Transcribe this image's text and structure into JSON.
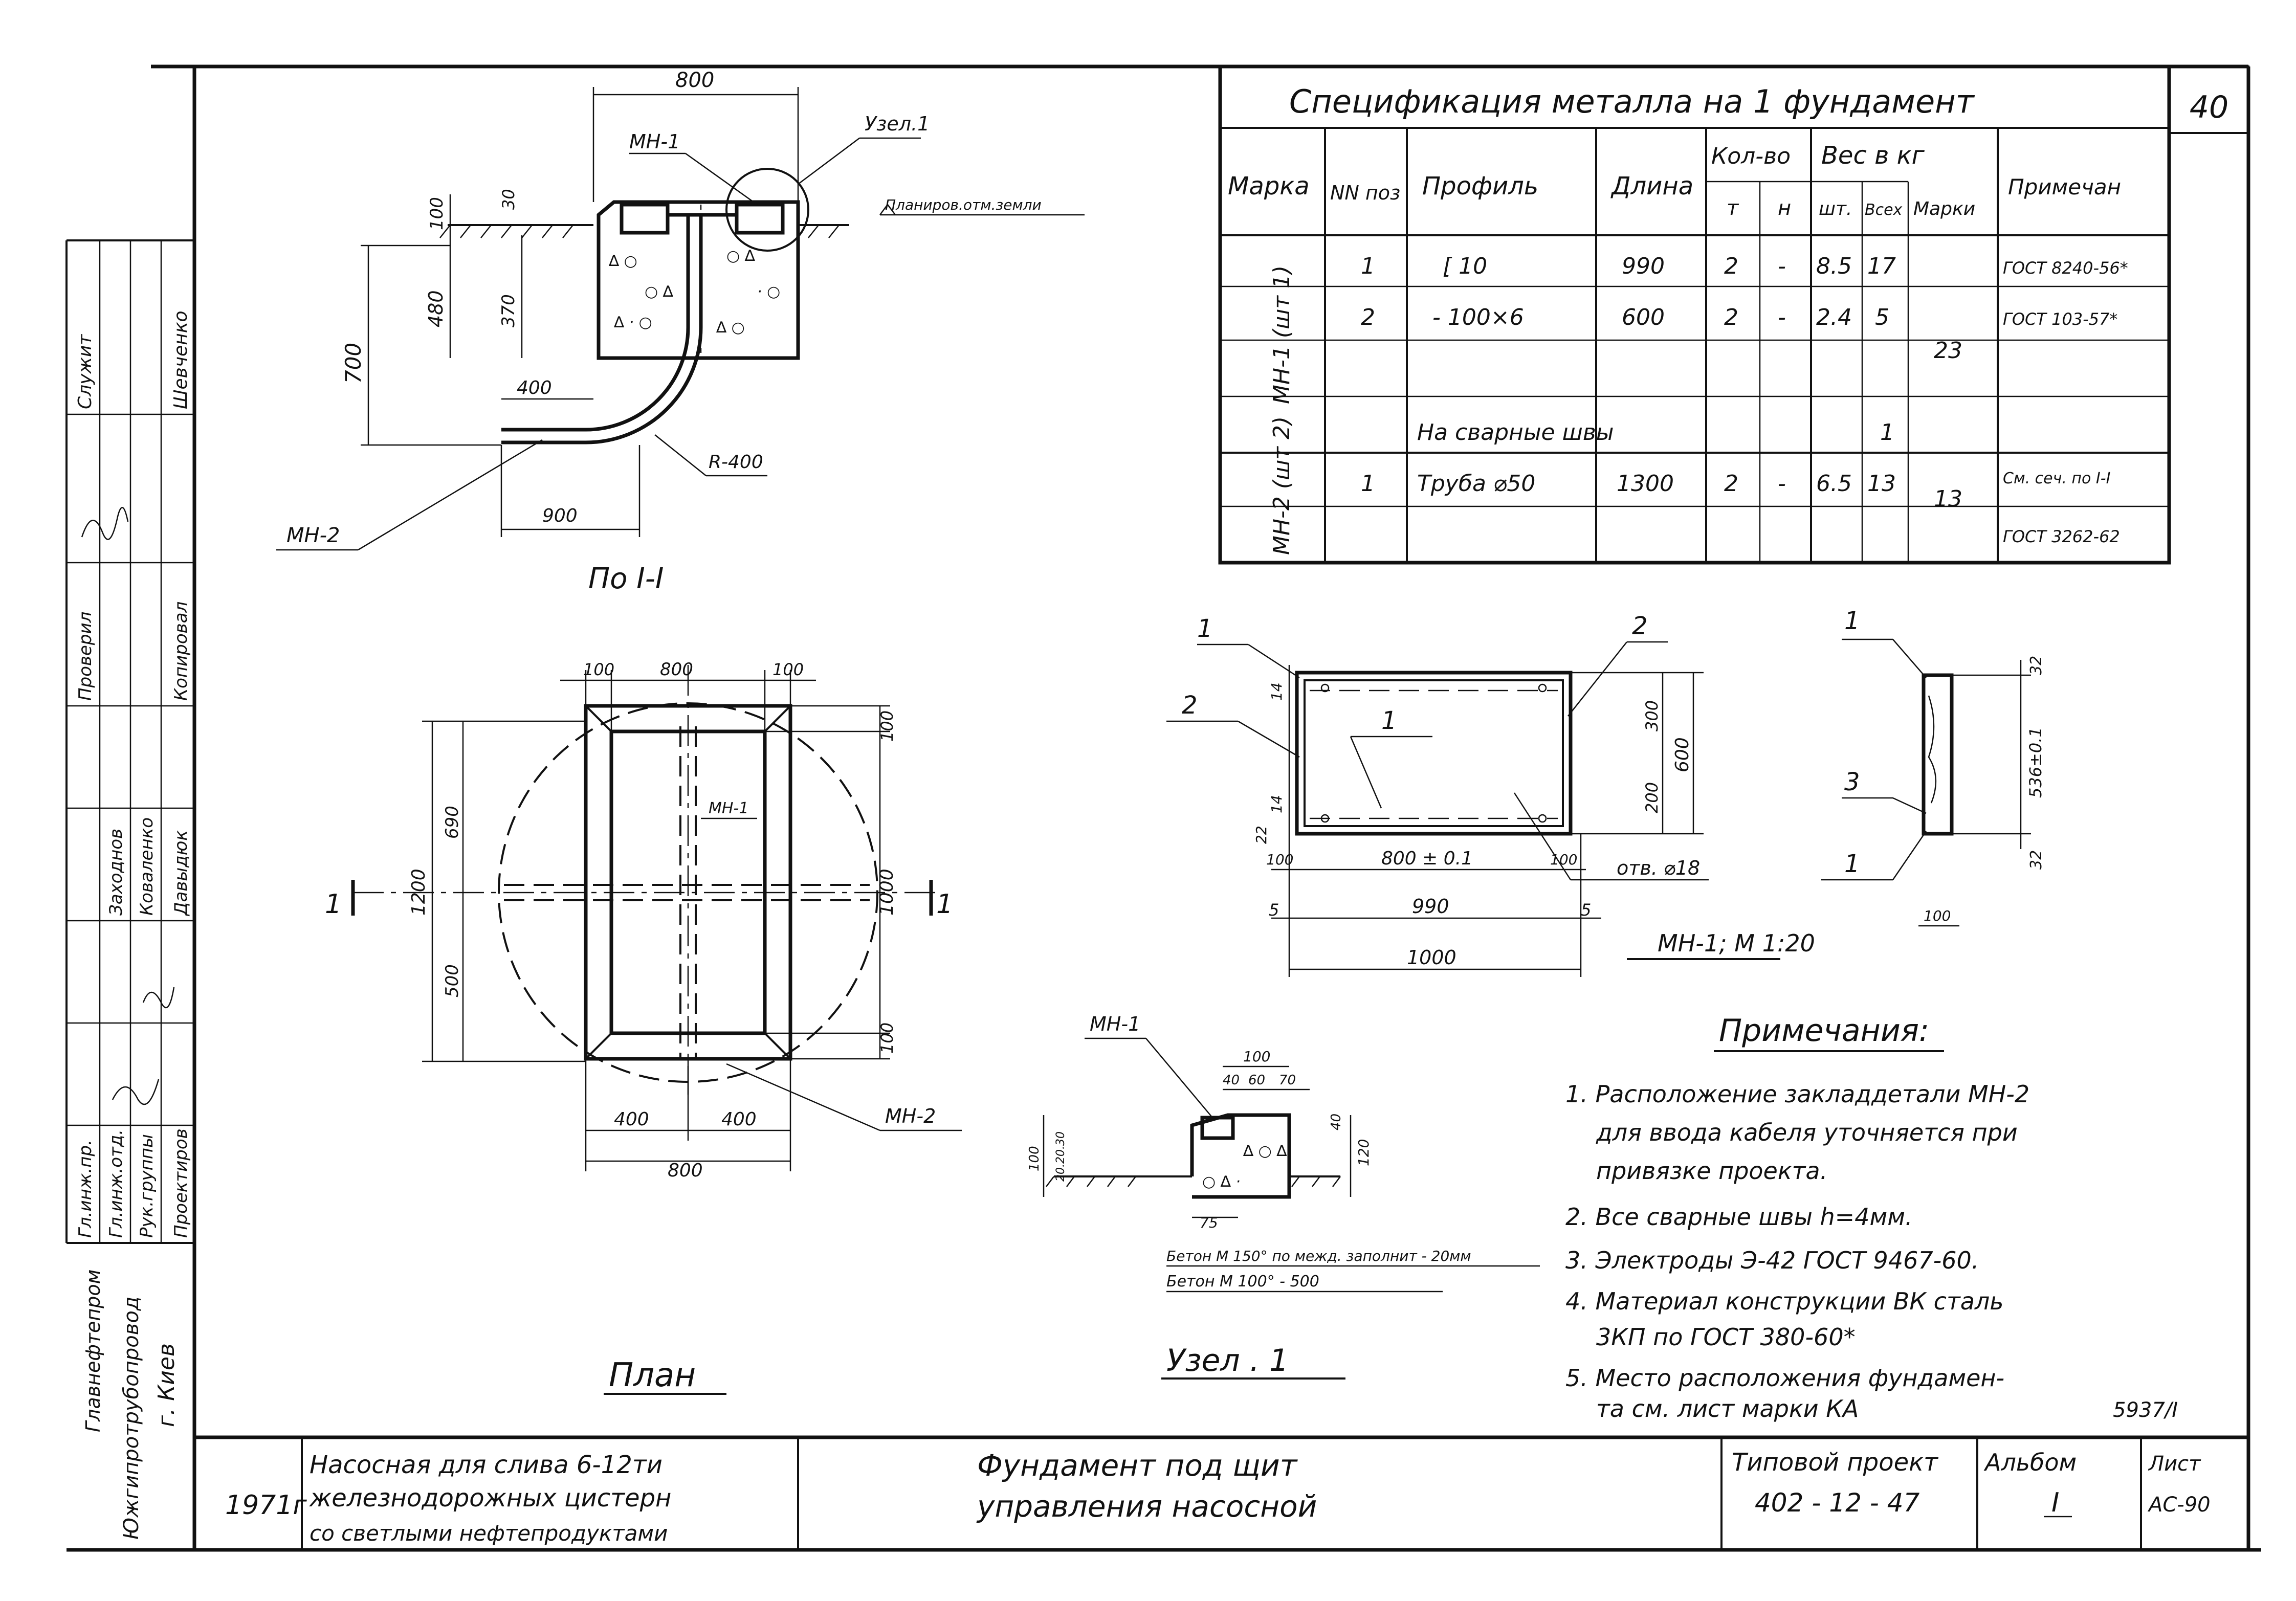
{
  "sheet_number": "40",
  "side_stamp": {
    "roles": [
      "Гл.инж.пр.",
      "Гл.инж.отд.",
      "Рук.группы",
      "Проектиров"
    ],
    "people": [
      "Заходнов",
      "Коваленко",
      "Давыдюк",
      "Шевченко"
    ],
    "categories": [
      "Служит",
      "Проверил",
      "Копировал"
    ],
    "org_top": "Главнефтепром",
    "org": "Южгипротрубопровод",
    "city": "г. Киев"
  },
  "section_view": {
    "title": "По I-I",
    "dims": {
      "w_top": "800",
      "h_total": "700",
      "h_inner": "480",
      "h_370": "370",
      "d_100": "100",
      "d_30": "30",
      "len_400": "400",
      "len_900": "900",
      "radius": "R-400"
    },
    "labels": {
      "mn1": "МН-1",
      "mn2": "МН-2",
      "node": "Узел.1",
      "ground": "Планиров.отм.земли"
    }
  },
  "plan_view": {
    "title": "План",
    "dims": {
      "top_100a": "100",
      "top_800": "800",
      "top_100b": "100",
      "left_1200": "1200",
      "left_690": "690",
      "left_500": "500",
      "right_100a": "100",
      "right_1000": "1000",
      "right_100b": "100",
      "bot_400a": "400",
      "bot_400b": "400",
      "bot_800": "800"
    },
    "labels": {
      "mn1": "МН-1",
      "mn2": "МН-2",
      "cut": "1"
    }
  },
  "spec_table": {
    "title": "Спецификация металла на 1 фундамент",
    "headers": {
      "mark": "Марка",
      "nn": "NN поз",
      "profile": "Профиль",
      "length": "Длина",
      "qty": "Кол-во",
      "qty_t": "т",
      "qty_n": "н",
      "weight": "Вес в кг",
      "w_sht": "шт.",
      "w_all": "Всех",
      "w_mark": "Марки",
      "note": "Примечан"
    },
    "mark1": "МН-1 (шт 1)",
    "mark2": "МН-2 (шт 2)",
    "rows": [
      {
        "nn": "1",
        "profile": "[ 10",
        "length": "990",
        "t": "2",
        "n": "-",
        "sht": "8.5",
        "all": "17",
        "note": "ГОСТ 8240-56*"
      },
      {
        "nn": "2",
        "profile": "- 100×6",
        "length": "600",
        "t": "2",
        "n": "-",
        "sht": "2.4",
        "all": "5",
        "note": "ГОСТ 103-57*"
      },
      {
        "nn": "",
        "profile": "",
        "length": "",
        "t": "",
        "n": "",
        "sht": "",
        "all": "",
        "note": ""
      },
      {
        "nn": "",
        "profile": "На сварные швы",
        "length": "",
        "t": "",
        "n": "",
        "sht": "",
        "all": "1",
        "note": ""
      },
      {
        "nn": "1",
        "profile": "Труба ⌀50",
        "length": "1300",
        "t": "2",
        "n": "-",
        "sht": "6.5",
        "all": "13",
        "note": "См. сеч. по I-I"
      },
      {
        "nn": "",
        "profile": "",
        "length": "",
        "t": "",
        "n": "",
        "sht": "",
        "all": "",
        "note": "ГОСТ 3262-62"
      }
    ],
    "mark1_total": "23",
    "mark2_total": "13"
  },
  "mn1_view": {
    "title": "МН-1; М 1:20",
    "dims": {
      "d_800": "800 ± 0.1",
      "d_990": "990",
      "d_1000": "1000",
      "d_100a": "100",
      "d_100b": "100",
      "d_5a": "5",
      "d_5b": "5",
      "d_300": "300",
      "d_600": "600",
      "d_200": "200",
      "d_14a": "14",
      "d_14b": "14",
      "d_22": "22",
      "d_32a": "32",
      "d_32b": "32",
      "d_536": "536±0.1",
      "d_100c": "100"
    },
    "labels": {
      "p1": "1",
      "p2": "2",
      "p1b": "1",
      "p2b": "2",
      "s1": "1",
      "s3": "3",
      "s1b": "1",
      "hole": "отв. ⌀18"
    }
  },
  "node_view": {
    "title": "Узел . 1",
    "dims": {
      "d_100": "100",
      "d_40": "40",
      "d_60": "60",
      "d_70": "70",
      "d_120": "120",
      "d_75": "75",
      "d_40b": "40",
      "d_100h": "100",
      "d_20": "20.20.30"
    },
    "labels": {
      "mn1": "МН-1"
    },
    "legend": [
      "Бетон М 150° по межд. заполнит - 20мм",
      "Бетон М 100°       - 500"
    ]
  },
  "notes": {
    "heading": "Примечания:",
    "items": [
      "1. Расположение закладдетали МН-2",
      "для ввода кабеля уточняется при",
      "привязке проекта.",
      "2. Все сварные швы h=4мм.",
      "3. Электроды Э-42 ГОСТ 9467-60.",
      "4. Материал конструкции ВК сталь",
      "3КП по ГОСТ 380-60*",
      "5. Место расположения фундамен-",
      "та см. лист марки КА"
    ]
  },
  "code_stamp": "5937/I",
  "title_block": {
    "year": "1971г",
    "object_lines": [
      "Насосная для слива 6-12ти",
      "железнодорожных цистерн",
      "со светлыми нефтепродуктами"
    ],
    "title_lines": [
      "Фундамент под щит",
      "управления насосной"
    ],
    "project_label": "Типовой проект",
    "project_no": "402 - 12 - 47",
    "album_label": "Альбом",
    "album_no": "I",
    "sheet_label": "Лист",
    "sheet_no": "АС-90"
  }
}
